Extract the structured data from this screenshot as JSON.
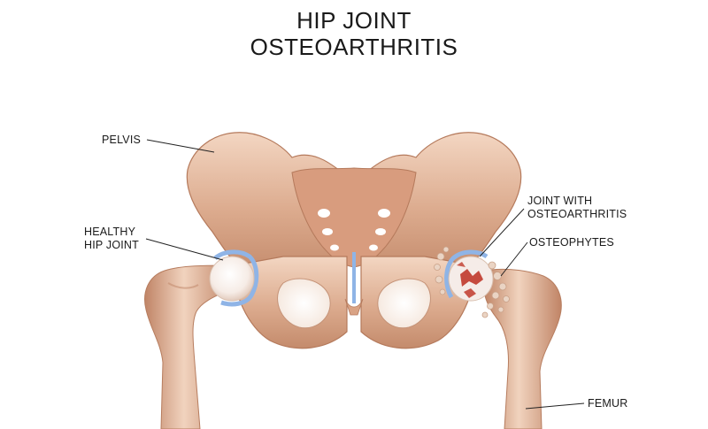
{
  "title": {
    "line1": "HIP JOINT",
    "line2": "OSTEOARTHRITIS"
  },
  "labels": {
    "pelvis": "PELVIS",
    "healthy_line1": "HEALTHY",
    "healthy_line2": "HIP JOINT",
    "joint_oa_line1": "JOINT WITH",
    "joint_oa_line2": "OSTEOARTHRITIS",
    "osteophytes": "OSTEOPHYTES",
    "femur": "FEMUR"
  },
  "colors": {
    "bone_light": "#f2d2bb",
    "bone_mid": "#dba88a",
    "bone_dark": "#b57a5c",
    "cartilage": "#8fb4e6",
    "inflammation": "#c0392b",
    "leader": "#222222"
  }
}
